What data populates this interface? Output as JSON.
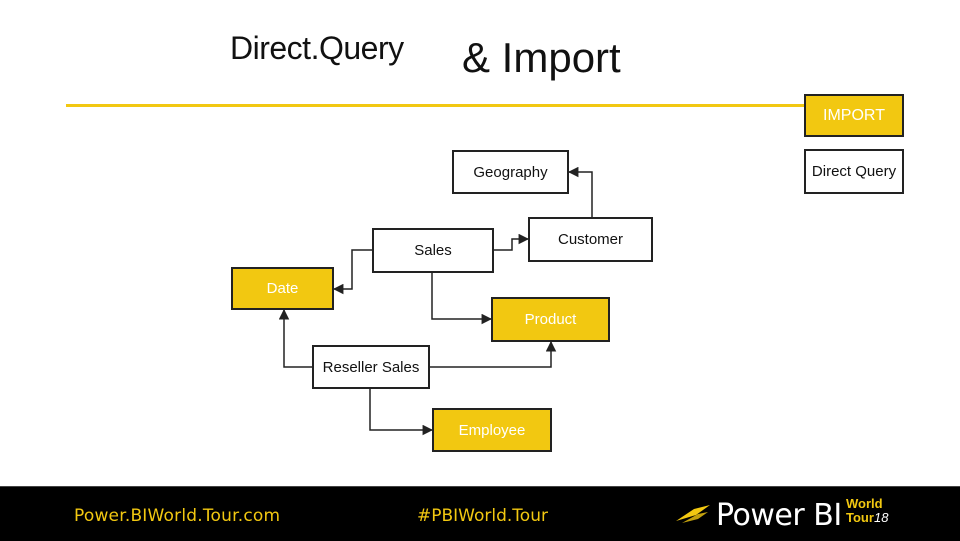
{
  "title": {
    "part1": "Direct.Query",
    "part2": "& Import"
  },
  "legend": {
    "import": "IMPORT",
    "direct_query": "Direct Query"
  },
  "tables": {
    "geography": "Geography",
    "sales": "Sales",
    "customer": "Customer",
    "date": "Date",
    "product": "Product",
    "reseller_sales": "Reseller Sales",
    "employee": "Employee"
  },
  "footer": {
    "left": "Power.BIWorld.Tour.com",
    "center": "#PBIWorld.Tour",
    "logo_text": "Power BI",
    "logo_badge_world": "World",
    "logo_badge_tour": "Tour",
    "logo_badge_year": "18"
  },
  "colors": {
    "accent": "#f2c811",
    "footer_bg": "#000000",
    "box_border": "#222222"
  },
  "icons": {
    "logo_mark": "power-bi-world-tour-logo-mark"
  }
}
